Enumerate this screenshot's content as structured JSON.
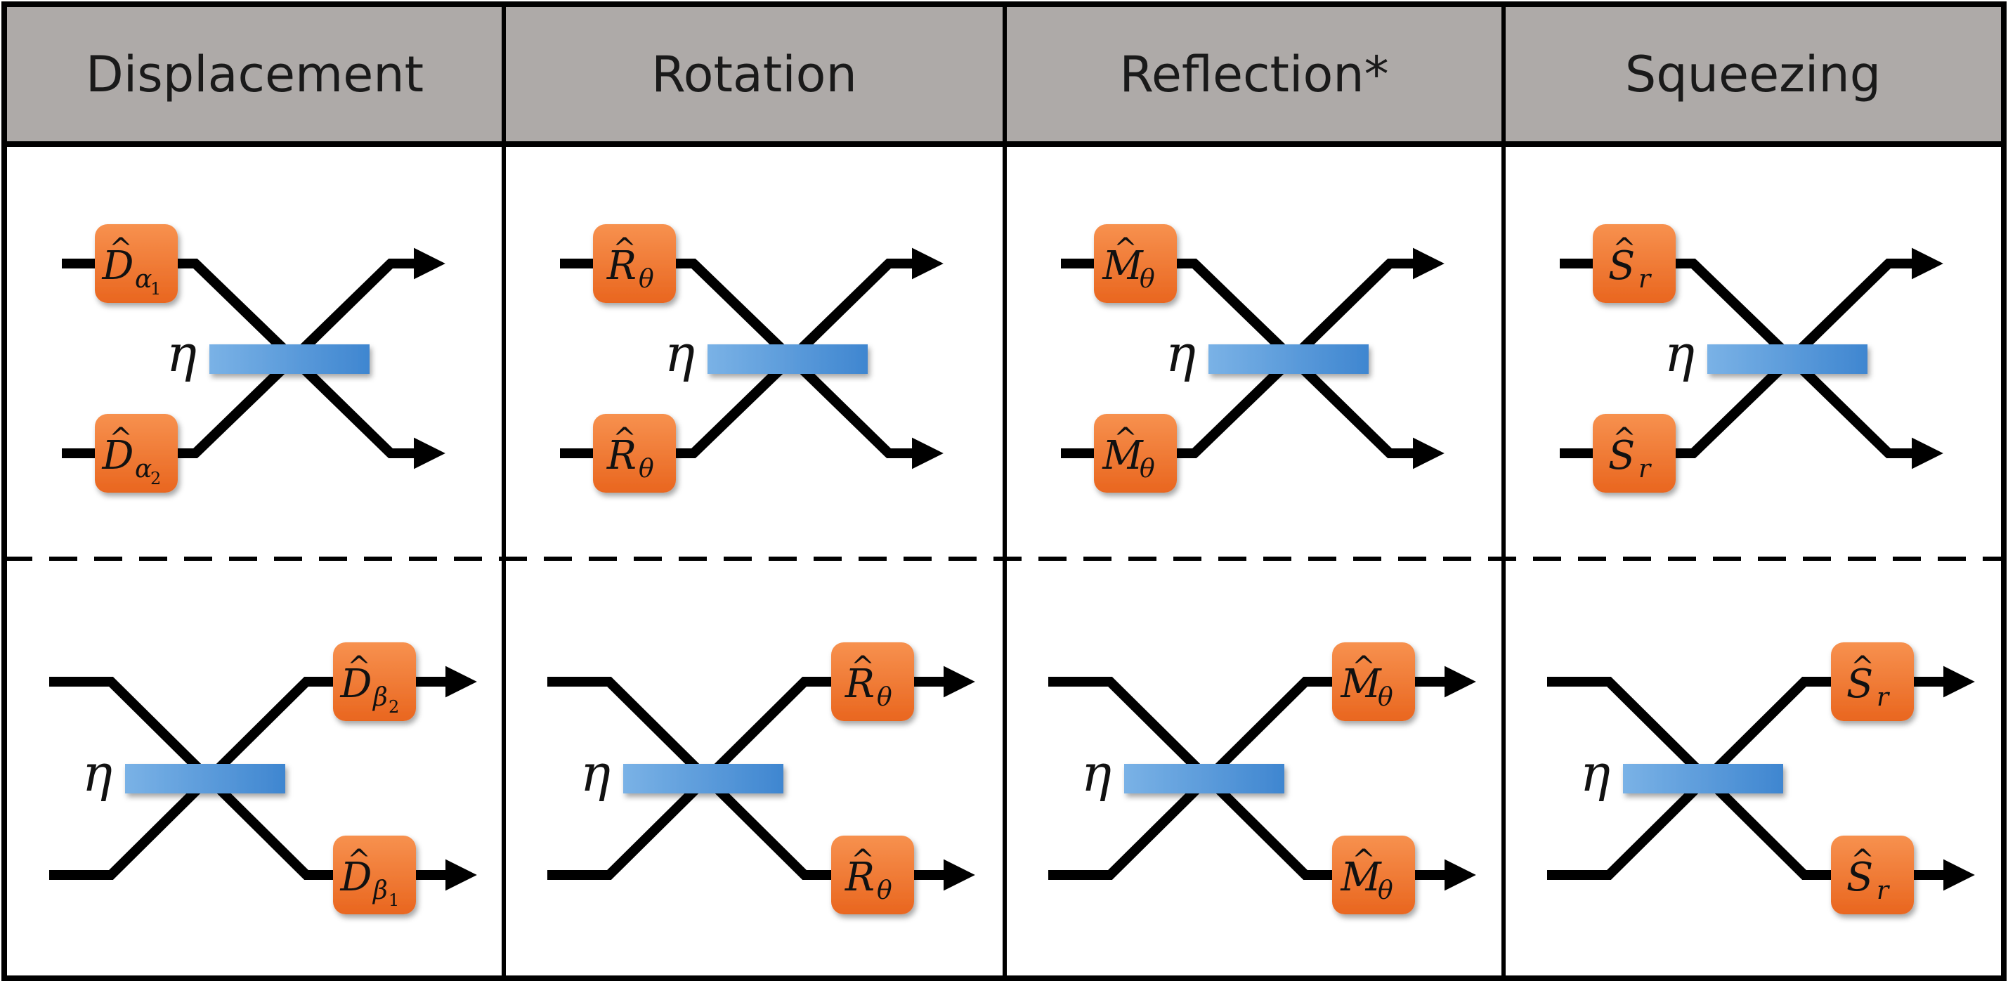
{
  "colors": {
    "header_bg": "#aeaaa8",
    "grid_line": "#000000",
    "box_fill": "#f07028",
    "box_fill_light": "#f58a4a",
    "beamsplitter": "#4a8ed4",
    "beamsplitter_light": "#6fa8e0",
    "wire": "#000000"
  },
  "columns": [
    {
      "header": "Displacement",
      "symbol": "D",
      "top": {
        "in_sub_1": "α",
        "in_subsub_1": "1",
        "in_sub_2": "α",
        "in_subsub_2": "2"
      },
      "bottom": {
        "out_sub_1": "β",
        "out_subsub_1": "2",
        "out_sub_2": "β",
        "out_subsub_2": "1"
      }
    },
    {
      "header": "Rotation",
      "symbol": "R",
      "top": {
        "in_sub_1": "θ",
        "in_subsub_1": "",
        "in_sub_2": "θ",
        "in_subsub_2": ""
      },
      "bottom": {
        "out_sub_1": "θ",
        "out_subsub_1": "",
        "out_sub_2": "θ",
        "out_subsub_2": ""
      }
    },
    {
      "header": "Reflection*",
      "symbol": "M",
      "top": {
        "in_sub_1": "θ",
        "in_subsub_1": "",
        "in_sub_2": "θ",
        "in_subsub_2": ""
      },
      "bottom": {
        "out_sub_1": "θ",
        "out_subsub_1": "",
        "out_sub_2": "θ",
        "out_subsub_2": ""
      }
    },
    {
      "header": "Squeezing",
      "symbol": "S",
      "top": {
        "in_sub_1": "r",
        "in_subsub_1": "",
        "in_sub_2": "r",
        "in_subsub_2": ""
      },
      "bottom": {
        "out_sub_1": "r",
        "out_subsub_1": "",
        "out_sub_2": "r",
        "out_subsub_2": ""
      }
    }
  ],
  "beamsplitter_label": "η",
  "hat_glyph": "^"
}
